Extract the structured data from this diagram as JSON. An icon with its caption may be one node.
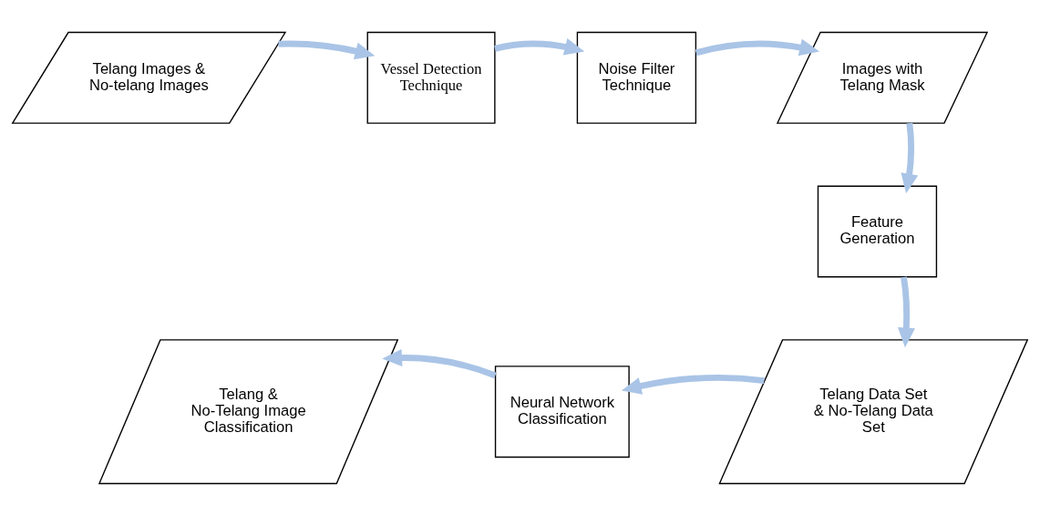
{
  "diagram": {
    "nodes": [
      {
        "text": [
          "Telang Images & No-telang Images"
        ]
      },
      {
        "text": [
          "Vessel Detection Technique"
        ]
      },
      {
        "text": [
          "Noise Filter Technique"
        ]
      },
      {
        "text": [
          "Images with Telang Mask"
        ]
      },
      {
        "text": [
          "Feature Generation"
        ]
      },
      {
        "text": [
          "Telang Data Set & No-Telang Data Set"
        ]
      },
      {
        "text": [
          "Neural Network Classification"
        ]
      },
      {
        "text": [
          "Telang & No-Telang Image Classification"
        ]
      }
    ],
    "edges": [
      {
        "from": 0,
        "to": 1,
        "arrow": "to"
      },
      {
        "from": 1,
        "to": 2,
        "arrow": "to"
      },
      {
        "from": 2,
        "to": 3,
        "arrow": "to"
      },
      {
        "from": 3,
        "to": 4,
        "arrow": "to"
      },
      {
        "from": 4,
        "to": 5,
        "arrow": "to"
      },
      {
        "from": 5,
        "to": 6,
        "arrow": "to"
      },
      {
        "from": 6,
        "to": 7,
        "arrow": "to"
      }
    ]
  }
}
